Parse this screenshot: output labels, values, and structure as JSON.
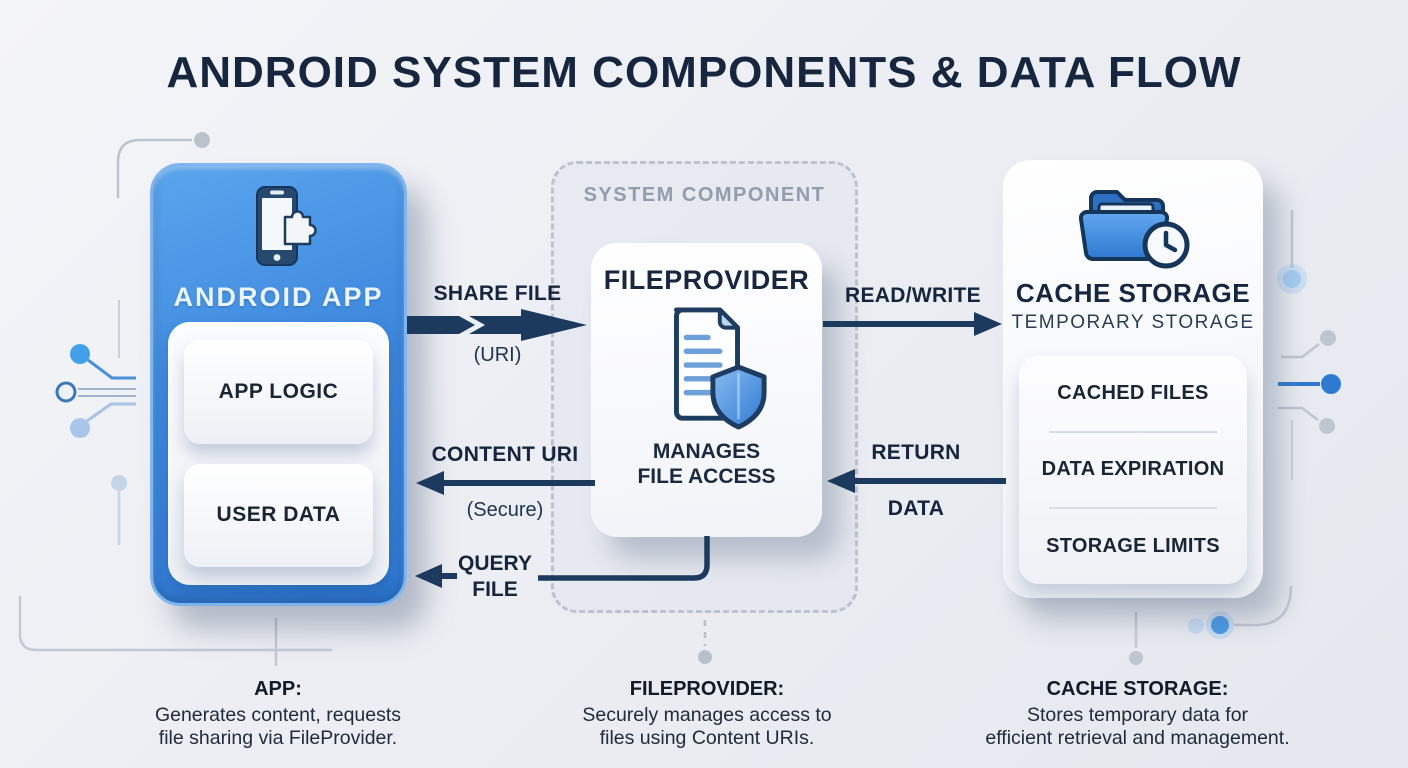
{
  "title": "ANDROID SYSTEM COMPONENTS & DATA FLOW",
  "nodes": {
    "android_app": {
      "label": "ANDROID APP",
      "icon": "phone-puzzle-icon",
      "items": [
        "APP LOGIC",
        "USER DATA"
      ]
    },
    "system_component": {
      "label": "SYSTEM COMPONENT"
    },
    "fileprovider": {
      "title": "FILEPROVIDER",
      "icon": "document-shield-icon",
      "caption_line1": "MANAGES",
      "caption_line2": "FILE ACCESS"
    },
    "cache_storage": {
      "title": "CACHE STORAGE",
      "subtitle": "TEMPORARY STORAGE",
      "icon": "folder-clock-icon",
      "items": [
        "CACHED FILES",
        "DATA EXPIRATION",
        "STORAGE LIMITS"
      ]
    }
  },
  "arrows": {
    "share_file": {
      "label": "SHARE FILE",
      "sublabel": "(URI)",
      "direction": "right"
    },
    "read_write": {
      "label": "READ/WRITE",
      "direction": "right"
    },
    "content_uri": {
      "label": "CONTENT URI",
      "sublabel": "(Secure)",
      "direction": "left"
    },
    "return_data": {
      "line1": "RETURN",
      "line2": "DATA",
      "direction": "left"
    },
    "query_file": {
      "line1": "QUERY",
      "line2": "FILE",
      "direction": "left"
    }
  },
  "captions": {
    "app": {
      "title": "APP:",
      "line1": "Generates content, requests",
      "line2": "file sharing via FileProvider."
    },
    "fileprovider": {
      "title": "FILEPROVIDER:",
      "line1": "Securely manages access to",
      "line2": "files using Content URIs."
    },
    "cache_storage": {
      "title": "CACHE STORAGE:",
      "line1": "Stores temporary data for",
      "line2": "efficient retrieval and management."
    }
  },
  "colors": {
    "accent_blue": "#2f7cd6",
    "navy_arrow": "#1b3a5e",
    "background": "#eceef3",
    "dashed_border": "#bcc3cf",
    "gray_decoration": "#bfc6d0"
  }
}
